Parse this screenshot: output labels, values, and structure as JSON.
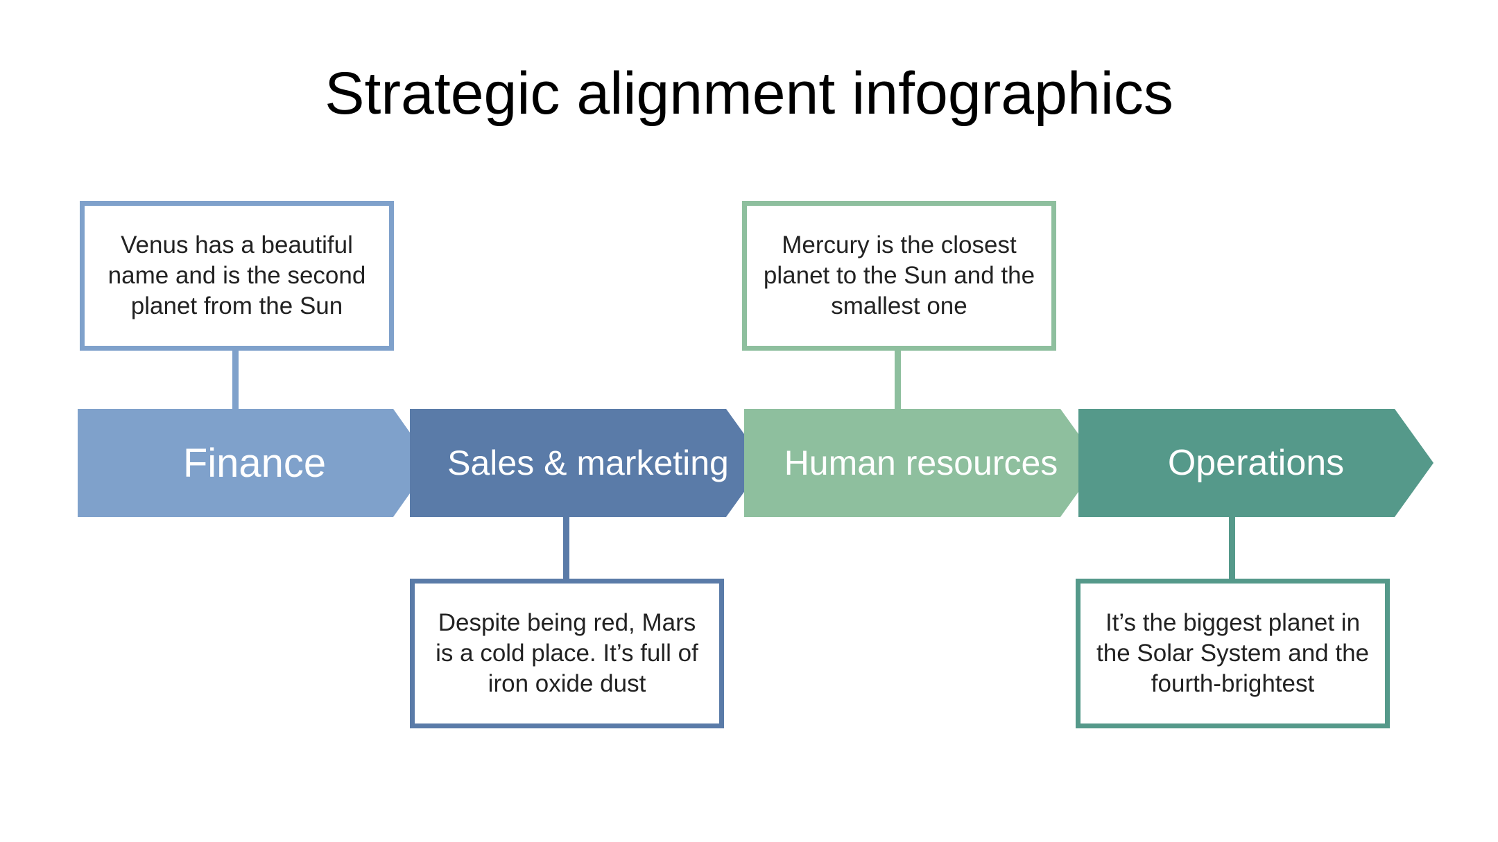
{
  "title": "Strategic alignment infographics",
  "colors": {
    "finance": "#7fa1cb",
    "sales": "#5a7ba8",
    "hr": "#8ebf9e",
    "operations": "#55998a"
  },
  "stages": [
    {
      "label": "Finance",
      "note": "Venus has a beautiful name and is the second planet from the Sun"
    },
    {
      "label": "Sales & marketing",
      "note": "Despite being red, Mars is a cold place. It’s full of iron oxide dust"
    },
    {
      "label": "Human resources",
      "note": "Mercury is the closest planet to the Sun and the smallest one"
    },
    {
      "label": "Operations",
      "note": "It’s the biggest planet in the Solar System and the fourth-brightest"
    }
  ]
}
